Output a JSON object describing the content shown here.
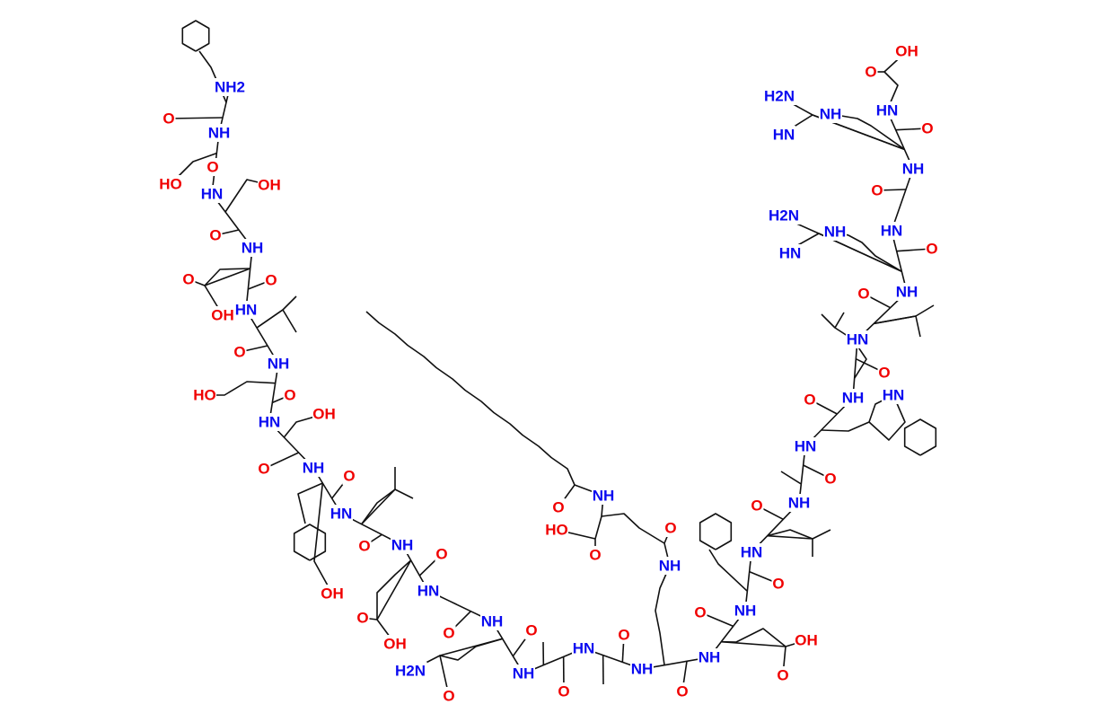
{
  "colors": {
    "N": "#0a0af0",
    "O": "#f00000",
    "bond": "#111111"
  },
  "atoms": [
    {
      "t": "NH2",
      "e": "N"
    },
    {
      "t": "O",
      "e": "O"
    },
    {
      "t": "NH",
      "e": "N"
    },
    {
      "t": "HO",
      "e": "O"
    },
    {
      "t": "O",
      "e": "O"
    },
    {
      "t": "HN",
      "e": "N"
    },
    {
      "t": "OH",
      "e": "O"
    },
    {
      "t": "O",
      "e": "O"
    },
    {
      "t": "NH",
      "e": "N"
    },
    {
      "t": "O",
      "e": "O"
    },
    {
      "t": "O",
      "e": "O"
    },
    {
      "t": "OH",
      "e": "O"
    },
    {
      "t": "HN",
      "e": "N"
    },
    {
      "t": "O",
      "e": "O"
    },
    {
      "t": "NH",
      "e": "N"
    },
    {
      "t": "HO",
      "e": "O"
    },
    {
      "t": "O",
      "e": "O"
    },
    {
      "t": "HN",
      "e": "N"
    },
    {
      "t": "OH",
      "e": "O"
    },
    {
      "t": "O",
      "e": "O"
    },
    {
      "t": "NH",
      "e": "N"
    },
    {
      "t": "O",
      "e": "O"
    },
    {
      "t": "HN",
      "e": "N"
    },
    {
      "t": "O",
      "e": "O"
    },
    {
      "t": "NH",
      "e": "N"
    },
    {
      "t": "O",
      "e": "O"
    },
    {
      "t": "OH",
      "e": "O"
    },
    {
      "t": "O",
      "e": "O"
    },
    {
      "t": "OH",
      "e": "O"
    },
    {
      "t": "HN",
      "e": "N"
    },
    {
      "t": "O",
      "e": "O"
    },
    {
      "t": "NH",
      "e": "N"
    },
    {
      "t": "O",
      "e": "O"
    },
    {
      "t": "H2N",
      "e": "N"
    },
    {
      "t": "O",
      "e": "O"
    },
    {
      "t": "NH",
      "e": "N"
    },
    {
      "t": "O",
      "e": "O"
    },
    {
      "t": "HN",
      "e": "N"
    },
    {
      "t": "O",
      "e": "O"
    },
    {
      "t": "NH",
      "e": "N"
    },
    {
      "t": "O",
      "e": "O"
    },
    {
      "t": "NH",
      "e": "N"
    },
    {
      "t": "O",
      "e": "O"
    },
    {
      "t": "NH",
      "e": "N"
    },
    {
      "t": "OH",
      "e": "O"
    },
    {
      "t": "O",
      "e": "O"
    },
    {
      "t": "NH",
      "e": "N"
    },
    {
      "t": "O",
      "e": "O"
    },
    {
      "t": "HN",
      "e": "N"
    },
    {
      "t": "O",
      "e": "O"
    },
    {
      "t": "O",
      "e": "O"
    },
    {
      "t": "NH",
      "e": "N"
    },
    {
      "t": "O",
      "e": "O"
    },
    {
      "t": "HN",
      "e": "N"
    },
    {
      "t": "O",
      "e": "O"
    },
    {
      "t": "NH",
      "e": "N"
    },
    {
      "t": "HN",
      "e": "N"
    },
    {
      "t": "O",
      "e": "O"
    },
    {
      "t": "HN",
      "e": "N"
    },
    {
      "t": "O",
      "e": "O"
    },
    {
      "t": "NH",
      "e": "N"
    },
    {
      "t": "H2N",
      "e": "N"
    },
    {
      "t": "HN",
      "e": "N"
    },
    {
      "t": "NH",
      "e": "N"
    },
    {
      "t": "HN",
      "e": "N"
    },
    {
      "t": "O",
      "e": "O"
    },
    {
      "t": "O",
      "e": "O"
    },
    {
      "t": "NH",
      "e": "N"
    },
    {
      "t": "H2N",
      "e": "N"
    },
    {
      "t": "HN",
      "e": "N"
    },
    {
      "t": "NH",
      "e": "N"
    },
    {
      "t": "HN",
      "e": "N"
    },
    {
      "t": "O",
      "e": "O"
    },
    {
      "t": "O",
      "e": "O"
    },
    {
      "t": "OH",
      "e": "O"
    },
    {
      "t": "NH",
      "e": "N"
    },
    {
      "t": "O",
      "e": "O"
    },
    {
      "t": "HO",
      "e": "O"
    },
    {
      "t": "O",
      "e": "O"
    }
  ]
}
